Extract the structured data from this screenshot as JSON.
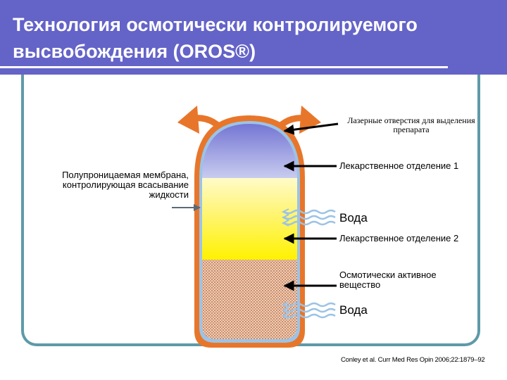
{
  "title": "Технология осмотически контролируемого высвобождения (OROS®)",
  "labels": {
    "laser_holes_line1": "Лазерные отверстия для выделения",
    "laser_holes_line2": "препарата",
    "drug_compartment_1": "Лекарственное отделение 1",
    "water_1": "Вода",
    "drug_compartment_2": "Лекарственное отделение 2",
    "osmotic_line1": "Осмотически активное",
    "osmotic_line2": "вещество",
    "water_2": "Вода",
    "membrane_line1": "Полупроницаемая мембрана,",
    "membrane_line2": "контролирующая всасывание",
    "membrane_line3": "жидкости"
  },
  "citation": "Conley et al. Curr Med Res Opin 2006;22:1879–92",
  "colors": {
    "title_bg": "#6463c8",
    "capsule_shell": "#e8762a",
    "membrane": "#9cc3e6",
    "compartment_1": "#7d7ed6",
    "compartment_2": "#fff34a",
    "osmotic_layer": "#d9a07a",
    "frame": "#5e9aa8"
  }
}
